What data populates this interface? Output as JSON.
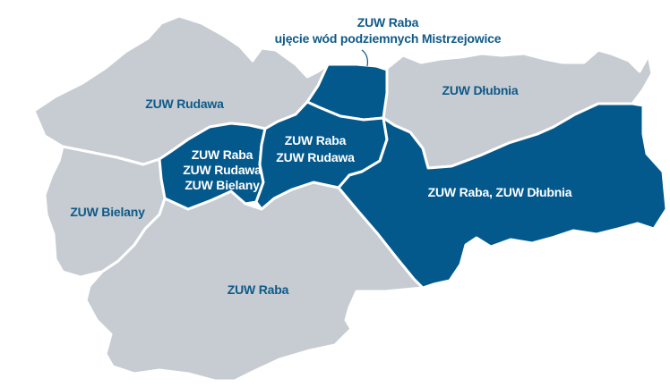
{
  "colors": {
    "zone_grey": "#c6ccd2",
    "zone_blue": "#04598c",
    "label_dark": "#0f5a88",
    "label_light": "#ffffff",
    "border": "#ffffff"
  },
  "zones": {
    "rudawa": {
      "label": "ZUW Rudawa"
    },
    "bielany": {
      "label": "ZUW Bielany"
    },
    "raba": {
      "label": "ZUW Raba"
    },
    "dlubnia": {
      "label": "ZUW Dłubnia"
    },
    "mixed_three": {
      "lines": [
        "ZUW Raba",
        "ZUW Rudawa",
        "ZUW Bielany"
      ]
    },
    "mixed_two": {
      "lines": [
        "ZUW Raba",
        "ZUW Rudawa"
      ]
    },
    "raba_dlubnia": {
      "label": "ZUW Raba, ZUW Dłubnia"
    },
    "mistrzejowice": {
      "title": "ZUW Raba",
      "subtitle": "ujęcie wód podziemnych Mistrzejowice"
    }
  }
}
